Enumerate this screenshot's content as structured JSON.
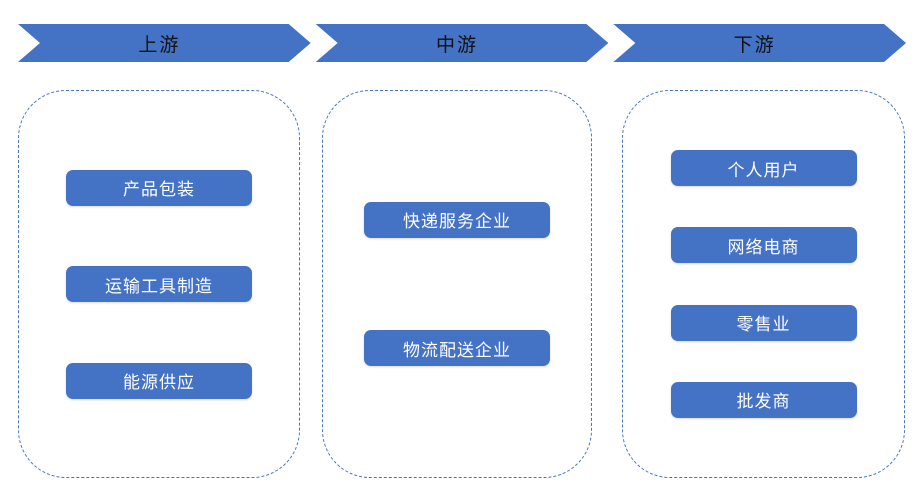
{
  "stages": [
    {
      "label": "上游",
      "items": [
        "产品包装",
        "运输工具制造",
        "能源供应"
      ]
    },
    {
      "label": "中游",
      "items": [
        "快递服务企业",
        "物流配送企业"
      ]
    },
    {
      "label": "下游",
      "items": [
        "个人用户",
        "网络电商",
        "零售业",
        "批发商"
      ]
    }
  ],
  "colors": {
    "chevron_fill": "#4472C4",
    "chevron_text": "#111111",
    "node_fill": "#4472C4",
    "node_text": "#FFFFFF",
    "container_border": "#4472C4",
    "background": "#FFFFFF"
  }
}
